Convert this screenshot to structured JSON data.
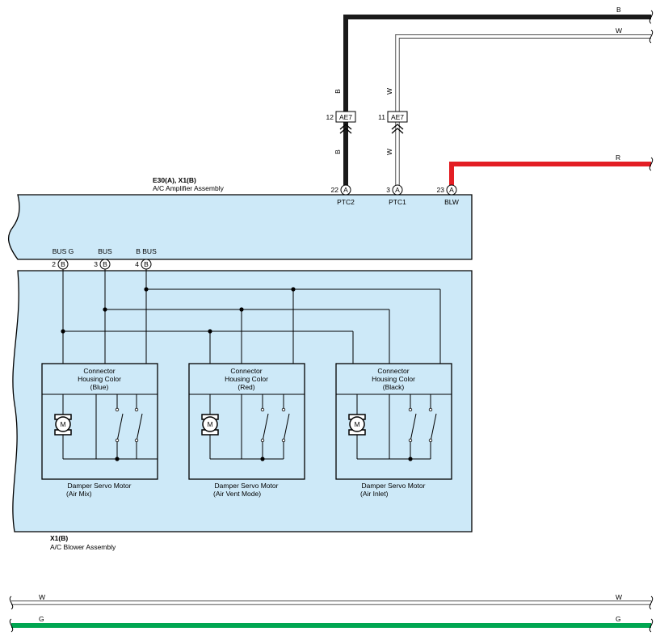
{
  "wires": {
    "top_b": "B",
    "top_w": "W",
    "red_r": "R",
    "vert_b_upper": "B",
    "vert_b_lower": "B",
    "vert_w_upper": "W",
    "vert_w_lower": "W",
    "bottom_w_left": "W",
    "bottom_w_right": "W",
    "bottom_g_left": "G",
    "bottom_g_right": "G"
  },
  "connectors": {
    "ae7_left_pin": "12",
    "ae7_left_name": "AE7",
    "ae7_right_pin": "11",
    "ae7_right_name": "AE7"
  },
  "amplifier": {
    "code": "E30(A), X1(B)",
    "name": "A/C Amplifier Assembly",
    "pins": [
      {
        "num": "22",
        "conn": "A",
        "label": "PTC2"
      },
      {
        "num": "3",
        "conn": "A",
        "label": "PTC1"
      },
      {
        "num": "23",
        "conn": "A",
        "label": "BLW"
      }
    ],
    "bus_pins": [
      {
        "num": "2",
        "conn": "B",
        "label": "BUS G"
      },
      {
        "num": "3",
        "conn": "B",
        "label": "BUS"
      },
      {
        "num": "4",
        "conn": "B",
        "label": "B BUS"
      }
    ]
  },
  "blower": {
    "code": "X1(B)",
    "name": "A/C Blower Assembly",
    "motor_symbol": "M",
    "motors": [
      {
        "c1": "Connector",
        "c2": "Housing Color",
        "c3": "(Blue)",
        "n1": "Damper Servo Motor",
        "n2": "(Air Mix)"
      },
      {
        "c1": "Connector",
        "c2": "Housing Color",
        "c3": "(Red)",
        "n1": "Damper Servo Motor",
        "n2": "(Air Vent Mode)"
      },
      {
        "c1": "Connector",
        "c2": "Housing Color",
        "c3": "(Black)",
        "n1": "Damper Servo Motor",
        "n2": "(Air Inlet)"
      }
    ]
  },
  "colors": {
    "assembly_fill": "#cde9f8",
    "wire_black": "#1a1a1a",
    "wire_red": "#e31e24",
    "wire_green": "#00a651",
    "wire_white": "#ffffff"
  }
}
